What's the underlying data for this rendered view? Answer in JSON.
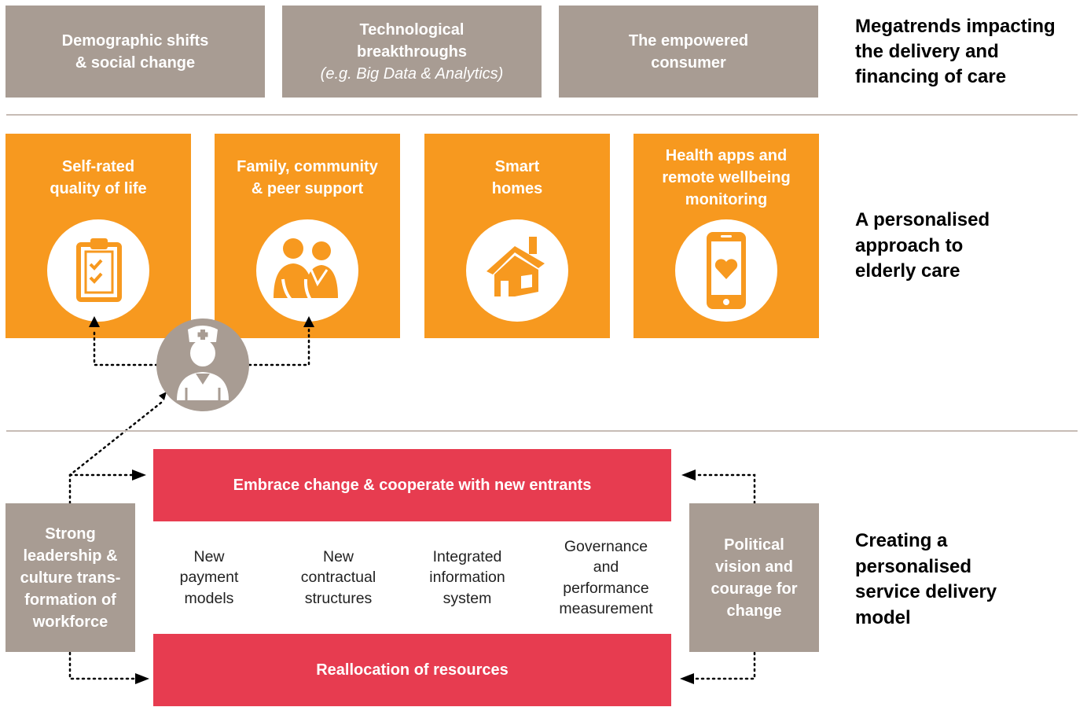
{
  "megatrends": {
    "boxes": [
      {
        "line1": "Demographic shifts",
        "line2": "& social change"
      },
      {
        "line1": "Technological",
        "line2": "breakthroughs",
        "note": "(e.g. Big Data & Analytics)"
      },
      {
        "line1": "The empowered",
        "line2": "consumer"
      }
    ],
    "label": [
      "Megatrends impacting",
      "the delivery and",
      "financing of care"
    ]
  },
  "personalised": {
    "cards": [
      {
        "title": [
          "Self-rated",
          "quality of life"
        ],
        "icon": "clipboard-checklist-icon"
      },
      {
        "title": [
          "Family, community",
          "& peer support"
        ],
        "icon": "people-icon"
      },
      {
        "title": [
          "Smart",
          "homes"
        ],
        "icon": "house-icon"
      },
      {
        "title": [
          "Health apps and",
          "remote wellbeing",
          "monitoring"
        ],
        "icon": "smartphone-heart-icon"
      }
    ],
    "label": [
      "A personalised",
      "approach to",
      "elderly care"
    ],
    "center_icon": "nurse-icon"
  },
  "delivery": {
    "top_bar": "Embrace change & cooperate with new entrants",
    "bottom_bar": "Reallocation of resources",
    "pillars": [
      [
        "New",
        "payment",
        "models"
      ],
      [
        "New",
        "contractual",
        "structures"
      ],
      [
        "Integrated",
        "information",
        "system"
      ],
      [
        "Governance",
        "and",
        "performance",
        "measurement"
      ]
    ],
    "left_box": [
      "Strong",
      "leadership &",
      "culture trans-",
      "formation of",
      "workforce"
    ],
    "right_box": [
      "Political",
      "vision and",
      "courage for",
      "change"
    ],
    "label": [
      "Creating a",
      "personalised",
      "service delivery",
      "model"
    ]
  },
  "colors": {
    "taupe": "#a89c93",
    "orange": "#f7991f",
    "red": "#e73c50",
    "divider": "#c7bcb5"
  }
}
